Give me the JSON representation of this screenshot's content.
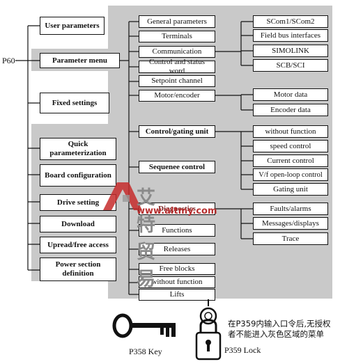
{
  "p60_label": "P60",
  "left_boxes": {
    "user_parameters": "User parameters",
    "parameter_menu": "Parameter menu",
    "fixed_settings": "Fixed settings",
    "quick_param": "Quick parameterization",
    "board_config": "Board configuration",
    "drive_setting": "Drive setting",
    "download": "Download",
    "upread": "Upread/free access",
    "power_section": "Power section definition"
  },
  "middle_boxes": {
    "general": "General parameters",
    "terminals": "Terminals",
    "communication": "Communication",
    "control_status": "Control and status word",
    "setpoint": "Setpoint channel",
    "motor_encoder": "Motor/encoder",
    "control_gating": "Control/gating unit",
    "sequence": "Sequenee control",
    "diagnostics": "Diagnostics",
    "functions": "Functions",
    "releases": "Releases",
    "free_blocks": "Free blocks",
    "without_function": "without function",
    "lifts": "Lifts"
  },
  "right_boxes": {
    "scom": "SCom1/SCom2",
    "fieldbus": "Field bus interfaces",
    "simolink": "SIMOLINK",
    "scb": "SCB/SCI",
    "motor_data": "Motor data",
    "encoder_data": "Encoder data",
    "without_function": "without function",
    "speed_control": "speed control",
    "current_control": "Current control",
    "vf_control": "V/f open-loop control",
    "gating_unit": "Gating unit",
    "faults": "Faults/alarms",
    "messages": "Messages/displays",
    "trace": "Trace"
  },
  "key_label": "P358 Key",
  "lock_label": "P359 Lock",
  "chinese_note_line1": "在P359内输入口令后,无授权",
  "chinese_note_line2": "者不能进入灰色区域的菜单",
  "watermark_cn": "艾特贸易",
  "watermark_url": "www.aitmy.com"
}
